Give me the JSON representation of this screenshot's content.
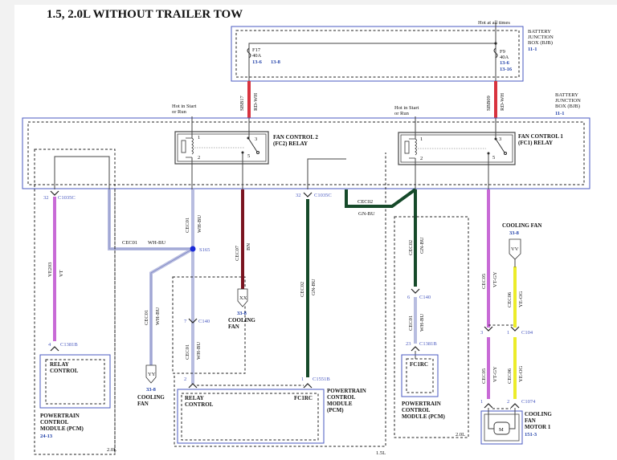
{
  "title": "1.5, 2.0L WITHOUT TRAILER TOW",
  "power": {
    "hot_all_times": "Hot at all times",
    "hot_start_run_1": "Hot in Start",
    "hot_start_run_1b": "or Run",
    "hot_start_run_2": "Hot in Start",
    "hot_start_run_2b": "or Run"
  },
  "bjb_top": {
    "l1": "BATTERY",
    "l2": "JUNCTION",
    "l3": "BOX (BJB)",
    "ref": "11-1"
  },
  "bjb_mid": {
    "l1": "BATTERY",
    "l2": "JUNCTION",
    "l3": "BOX (BJB)",
    "ref": "11-1"
  },
  "fuses": [
    {
      "name": "F17",
      "rating": "40A",
      "ref1": "13-6",
      "ref2": "13-8"
    },
    {
      "name": "F9",
      "rating": "40A",
      "ref1": "13-6",
      "ref2": "13-16"
    }
  ],
  "relays": [
    {
      "l1": "FAN CONTROL 2",
      "l2": "(FC2) RELAY",
      "p1": "1",
      "p2": "2",
      "p3": "3",
      "p5": "5"
    },
    {
      "l1": "FAN CONTROL 1",
      "l2": "(FC1) RELAY",
      "p1": "1",
      "p2": "2",
      "p3": "3",
      "p5": "5"
    }
  ],
  "wires": {
    "sbb17": {
      "circuit": "SBB17",
      "color": "RD-WH"
    },
    "sbb09": {
      "circuit": "SBB09",
      "color": "RD-WH"
    },
    "ve203": {
      "circuit": "VE203",
      "color": "VT"
    },
    "cec01_h": {
      "circuit": "CEC01",
      "color": "WH-BU"
    },
    "cec01_v1": {
      "circuit": "CEC01",
      "color": "WH-BU"
    },
    "cec01_v2": {
      "circuit": "CEC01",
      "color": "WH-BU"
    },
    "cec01_v3": {
      "circuit": "CEC01",
      "color": "WH-BU"
    },
    "cec01_v4": {
      "circuit": "CEC01",
      "color": "WH-BU"
    },
    "cec07": {
      "circuit": "CEC07",
      "color": "BN"
    },
    "cec02_v": {
      "circuit": "CEC02",
      "color": "GN-BU"
    },
    "cec02_h": {
      "circuit": "CEC02",
      "color": "GN-BU"
    },
    "cec02_v2": {
      "circuit": "CEC02",
      "color": "GN-BU"
    },
    "cec05_a": {
      "circuit": "CEC05",
      "color": "VT-GY"
    },
    "cec05_b": {
      "circuit": "CEC05",
      "color": "VT-GY"
    },
    "cec06_a": {
      "circuit": "CEC06",
      "color": "YE-OG"
    },
    "cec06_b": {
      "circuit": "CEC06",
      "color": "YE-OG"
    }
  },
  "connectors": {
    "c1035c_a": {
      "pin": "32",
      "name": "C1035C"
    },
    "c1035c_b": {
      "pin": "32",
      "name": "C1035C"
    },
    "c1381b_a": {
      "pin": "4",
      "name": "C1381B"
    },
    "c1381b_b": {
      "pin": "23",
      "name": "C1381B"
    },
    "c140_a": {
      "pin": "7",
      "name": "C140"
    },
    "c140_b": {
      "pin": "6",
      "name": "C140"
    },
    "c1551b_a": {
      "pin": "2",
      "name": ""
    },
    "c1551b_b": {
      "pin": "1",
      "name": "C1551B"
    },
    "c104_a": {
      "pin": "3",
      "name": ""
    },
    "c104_b": {
      "pin": "1",
      "name": "C104"
    },
    "c1074_a": {
      "pin": "1",
      "name": ""
    },
    "c1074_b": {
      "pin": "2",
      "name": "C1074"
    }
  },
  "splice": "S165",
  "offpage": [
    {
      "code": "YY",
      "ref": "33-8",
      "l1": "COOLING",
      "l2": "FAN"
    },
    {
      "code": "XX",
      "ref": "33-8",
      "l1": "COOLING",
      "l2": "FAN"
    },
    {
      "code": "VV",
      "ref": "33-8",
      "l1": "COOLING FAN",
      "l2": ""
    }
  ],
  "pcm_20_left": {
    "inner1": "RELAY",
    "inner2": "CONTROL",
    "l1": "POWERTRAIN",
    "l2": "CONTROL",
    "l3": "MODULE (PCM)",
    "ref": "24-13",
    "variant": "2.0L"
  },
  "pcm_15": {
    "inner1": "RELAY",
    "inner2": "CONTROL",
    "inner3": "FC1RC",
    "l1": "POWERTRAIN",
    "l2": "CONTROL",
    "l3": "MODULE",
    "l4": "(PCM)",
    "variant": "1.5L"
  },
  "pcm_20_right": {
    "inner": "FC1RC",
    "l1": "POWERTRAIN",
    "l2": "CONTROL",
    "l3": "MODULE (PCM)",
    "variant": "2.0L"
  },
  "fan_motor": {
    "l1": "COOLING",
    "l2": "FAN",
    "l3": "MOTOR 1",
    "ref": "151-3"
  },
  "colors": {
    "red": "#d8333f",
    "violet": "#c86ad6",
    "wh_bu": "#b8bde0",
    "brown": "#7a1420",
    "green": "#164a2a",
    "yellow": "#ecec2a",
    "box_blue": "#4a5ac0"
  }
}
